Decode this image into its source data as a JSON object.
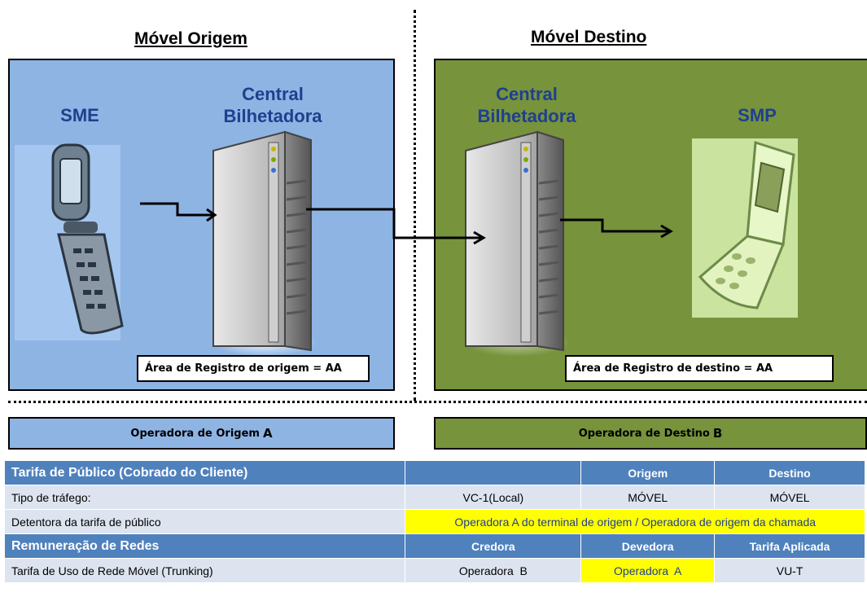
{
  "origin": {
    "title": "Móvel Origem",
    "device_label": "SME",
    "central_label_line1": "Central",
    "central_label_line2": "Bilhetadora",
    "area_label": "Área de Registro de origem = AA",
    "operator_prefix": "Operadora de Origem",
    "operator_letter": "A",
    "panel_color": "#8eb4e3"
  },
  "destination": {
    "title": "Móvel Destino",
    "device_label": "SMP",
    "central_label_line1": "Central",
    "central_label_line2": "Bilhetadora",
    "area_label": "Área de Registro de destino = AA",
    "operator_prefix": "Operadora de Destino",
    "operator_letter": "B",
    "panel_color": "#77933c"
  },
  "table": {
    "header1": [
      "Tarifa de Público (Cobrado do Cliente)",
      "",
      "Origem",
      "Destino"
    ],
    "row1": [
      "Tipo de tráfego:",
      "VC-1(Local)",
      "MÓVEL",
      "MÓVEL"
    ],
    "row2": [
      "Detentora da tarifa de público",
      "Operadora A do terminal de origem / Operadora de origem da chamada"
    ],
    "header2": [
      "Remuneração de Redes",
      "Credora",
      "Devedora",
      "Tarifa Aplicada"
    ],
    "row3": [
      "Tarifa de Uso de Rede Móvel (Trunking)",
      "Operadora  B",
      "Operadora  A",
      "VU-T"
    ],
    "header_color": "#4f81bd",
    "row_color": "#dde4f0",
    "highlight_color": "#ffff00"
  }
}
